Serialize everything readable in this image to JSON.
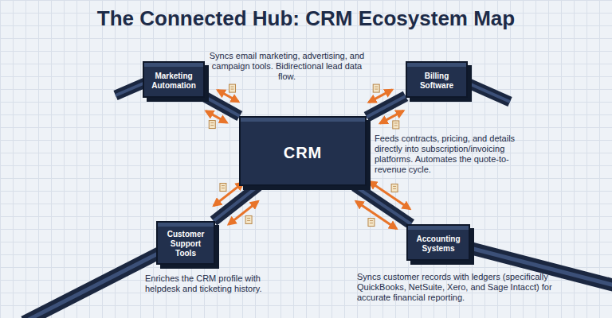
{
  "diagram": {
    "title": "The Connected Hub: CRM Ecosystem Map",
    "nodes": [
      {
        "text": [
          "Marketing Automation"
        ]
      },
      {
        "text": [
          "Billing Software"
        ]
      },
      {
        "text": [
          "CRM"
        ]
      },
      {
        "text": [
          "Customer Support Tools"
        ]
      },
      {
        "text": [
          "Accounting Systems"
        ]
      }
    ],
    "edges": [
      {
        "from": 0,
        "to": 2,
        "arrow": "both"
      },
      {
        "from": 1,
        "to": 2,
        "arrow": "both"
      },
      {
        "from": 3,
        "to": 2,
        "arrow": "both"
      },
      {
        "from": 4,
        "to": 2,
        "arrow": "both"
      }
    ],
    "labels": [
      "Syncs email marketing, advertising, and campaign tools. Bidirectional lead data flow.",
      "Feeds contracts, pricing, and details directly into subscription/invoicing platforms. Automates the quote-to-revenue cycle.",
      "Enriches the CRM profile with helpdesk and ticketing history.",
      "Syncs customer records with ledgers (specifically QuickBooks, NetSuite, Xero, and Sage Intacct) for accurate financial reporting."
    ]
  }
}
